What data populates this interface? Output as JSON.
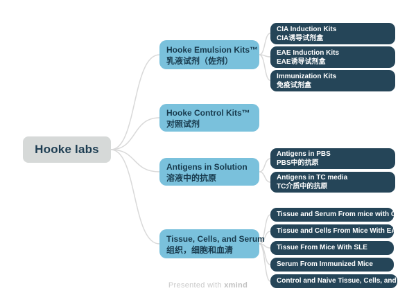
{
  "root": {
    "label": "Hooke labs"
  },
  "branches": [
    {
      "title_en": "Hooke Emulsion Kits™",
      "title_zh": "乳液试剂（佐剂）",
      "children": [
        {
          "en": "CIA Induction Kits",
          "zh": "CIA诱导试剂盒"
        },
        {
          "en": "EAE Induction Kits",
          "zh": "EAE诱导试剂盒"
        },
        {
          "en": "Immunization Kits",
          "zh": "免疫试剂盒"
        }
      ]
    },
    {
      "title_en": "Hooke Control Kits™",
      "title_zh": "对照试剂",
      "children": []
    },
    {
      "title_en": "Antigens in Solution",
      "title_zh": "溶液中的抗原",
      "children": [
        {
          "en": "Antigens in PBS",
          "zh": "PBS中的抗原"
        },
        {
          "en": "Antigens in TC media",
          "zh": "TC介质中的抗原"
        }
      ]
    },
    {
      "title_en": "Tissue, Cells, and Serum",
      "title_zh": "组织，细胞和血清",
      "children": [
        {
          "en": "Tissue and Serum From mice with CIA"
        },
        {
          "en": "Tissue and Cells From Mice With EAE"
        },
        {
          "en": "Tissue From Mice With SLE"
        },
        {
          "en": "Serum From Immunized Mice"
        },
        {
          "en": "Control and Naive Tissue, Cells, and Serum"
        }
      ]
    }
  ],
  "footer": {
    "prefix": "Presented with ",
    "brand": "xmind"
  },
  "colors": {
    "root_bg": "#d6d9d8",
    "branch_bg": "#7ac1dc",
    "child_bg": "#254558",
    "text_dark": "#1d3d52",
    "text_light": "#ffffff",
    "connector": "#d9d9d9"
  }
}
